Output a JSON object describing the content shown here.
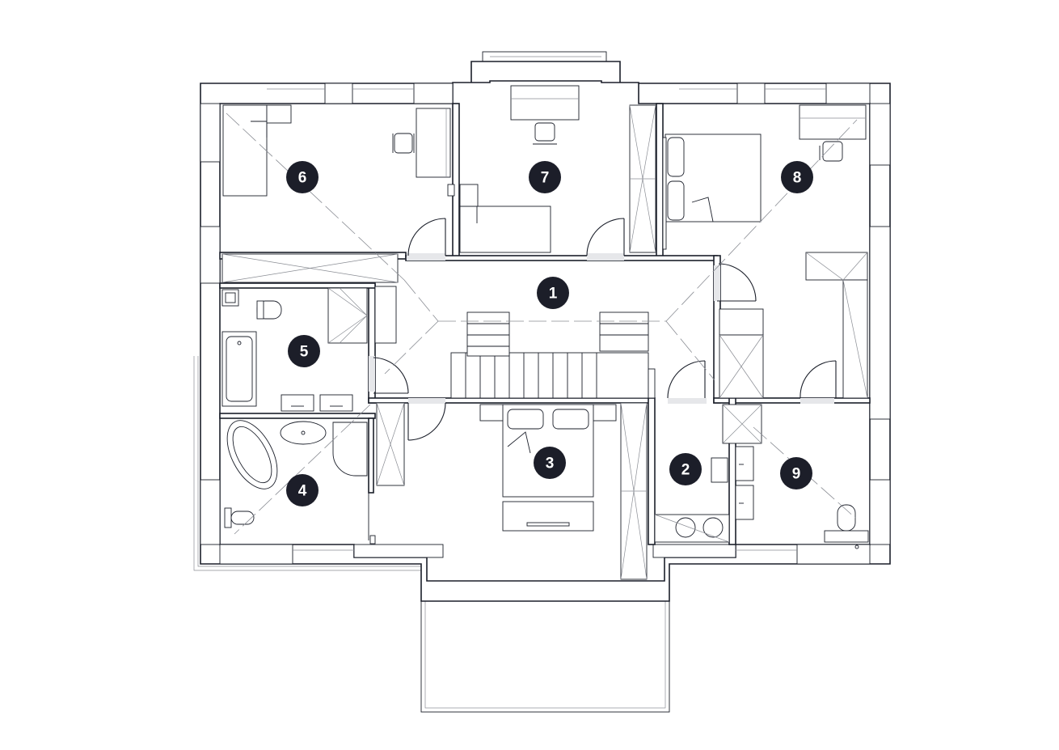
{
  "room_markers": [
    {
      "id": "room-1",
      "label": "1"
    },
    {
      "id": "room-2",
      "label": "2"
    },
    {
      "id": "room-3",
      "label": "3"
    },
    {
      "id": "room-4",
      "label": "4"
    },
    {
      "id": "room-5",
      "label": "5"
    },
    {
      "id": "room-6",
      "label": "6"
    },
    {
      "id": "room-7",
      "label": "7"
    },
    {
      "id": "room-8",
      "label": "8"
    },
    {
      "id": "room-9",
      "label": "9"
    }
  ],
  "colors": {
    "ink": "#1b1f2a",
    "marker": "#1c1e29",
    "marker_text": "#ffffff",
    "background": "#ffffff"
  }
}
